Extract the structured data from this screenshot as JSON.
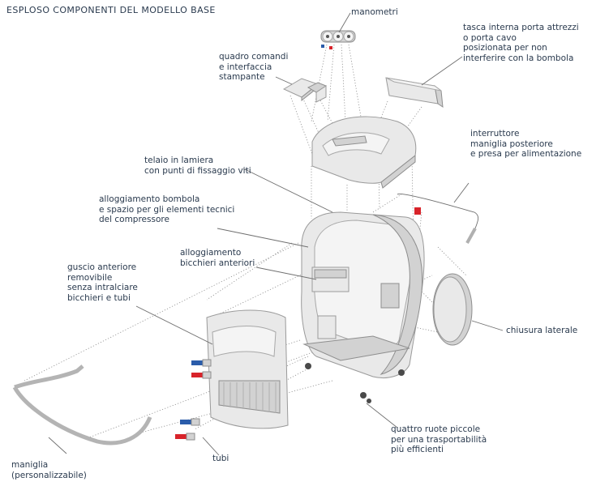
{
  "title": "ESPLOSO COMPONENTI DEL MODELLO BASE",
  "labels": {
    "manometri": [
      "manometri"
    ],
    "tasca": [
      "tasca interna porta attrezzi",
      "o porta cavo",
      "posizionata per non",
      "interferire con la bombola"
    ],
    "quadro": [
      "quadro comandi",
      "e interfaccia",
      "stampante"
    ],
    "interruttore": [
      "interruttore",
      "maniglia posteriore",
      "e presa per alimentazione"
    ],
    "telaio": [
      "telaio in lamiera",
      "con punti di fissaggio viti"
    ],
    "alloggiamento_bombola": [
      "alloggiamento bombola",
      "e spazio per gli elementi tecnici",
      "del compressore"
    ],
    "alloggiamento_bicchieri": [
      "alloggiamento",
      "bicchieri anteriori"
    ],
    "guscio": [
      "guscio anteriore",
      "removibile",
      "senza intralciare",
      "bicchieri e tubi"
    ],
    "chiusura": [
      "chiusura laterale"
    ],
    "ruote": [
      "quattro ruote piccole",
      "per una trasportabilità",
      "più efficienti"
    ],
    "tubi": [
      "tubi"
    ],
    "maniglia": [
      "maniglia",
      "(personalizzabile)"
    ]
  },
  "colors": {
    "text": "#2a3a4e",
    "part_fill": "#e9e9e9",
    "part_stroke": "#9a9a9a",
    "accent_red": "#d8232a",
    "accent_blue": "#2a5caa"
  }
}
